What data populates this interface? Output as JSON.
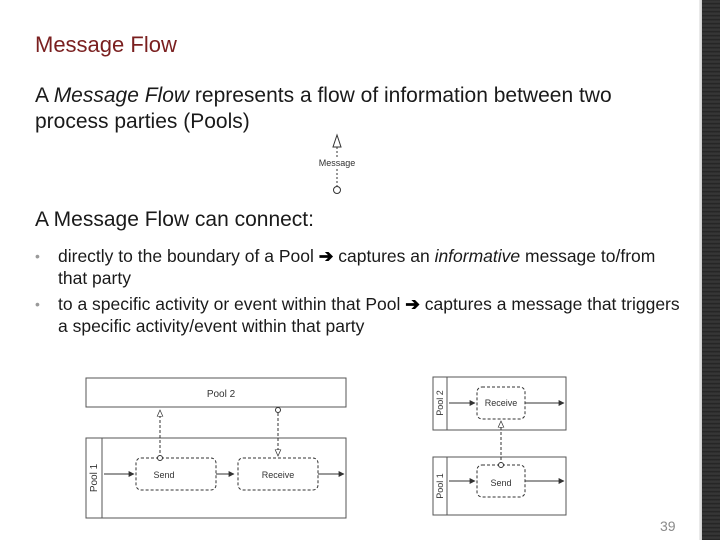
{
  "slide": {
    "title": "Message Flow",
    "intro": {
      "prefix": "A ",
      "term": "Message Flow",
      "suffix": " represents a flow of information between two process parties (Pools)"
    },
    "message_symbol_label": "Message",
    "subheading": "A Message Flow can connect:",
    "bullets": [
      {
        "before": "directly to the boundary of a Pool ",
        "arrow": "➔",
        "middle": " captures an ",
        "emphasis": "informative",
        "after": " message to/from that party"
      },
      {
        "before": "to a specific activity or event within that Pool ",
        "arrow": "➔",
        "middle": " captures a message that triggers a specific activity/event within that party",
        "emphasis": "",
        "after": ""
      }
    ],
    "diagram_left": {
      "pool_top_label": "Pool 2",
      "pool_bottom_label": "Pool 1",
      "task_send": "Send",
      "task_receive": "Receive"
    },
    "diagram_right": {
      "pool_top_label": "Pool 2",
      "pool_bottom_label": "Pool 1",
      "task_receive": "Receive",
      "task_send": "Send"
    },
    "page_number": "39"
  }
}
